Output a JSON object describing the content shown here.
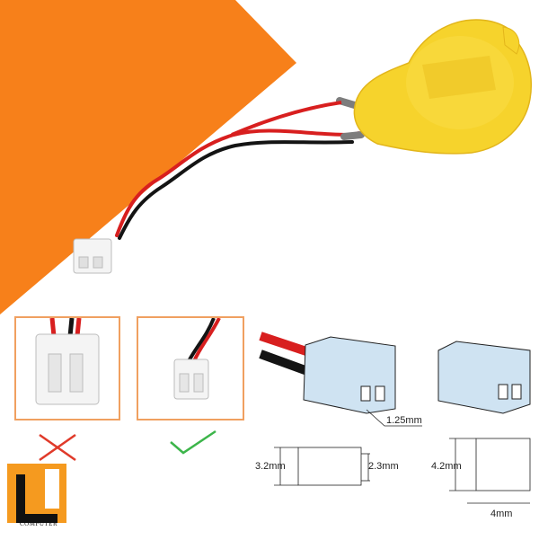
{
  "colors": {
    "orange": "#f7801a",
    "battery_yellow": "#f6d32c",
    "battery_shade": "#e2b51a",
    "wire_red": "#d81f1f",
    "wire_black": "#141414",
    "connector_white": "#f4f4f4",
    "box_border": "#f0a060",
    "cross_red": "#e03a2a",
    "check_green": "#3cb54a",
    "housing_blue": "#cfe3f2",
    "logo_orange": "#f59a1f",
    "logo_black": "#111111"
  },
  "icons": [
    "cross-icon",
    "check-icon"
  ],
  "diagram_labels": {
    "pitch": "1.25mm",
    "small_height": "3.2mm",
    "small_width": "2.3mm",
    "large_height": "4.2mm",
    "large_width": "4mm"
  },
  "logo": {
    "text": "COMPUTER"
  }
}
